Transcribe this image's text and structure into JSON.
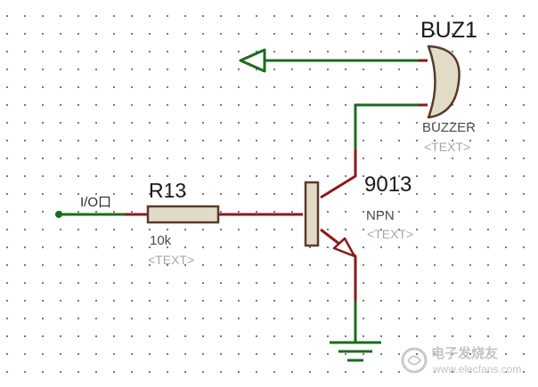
{
  "schematic": {
    "buzzer": {
      "ref": "BUZ1",
      "value": "BUZZER",
      "text": "<TEXT>"
    },
    "transistor": {
      "ref": "9013",
      "value": "NPN",
      "text": "<TEXT>"
    },
    "resistor": {
      "ref": "R13",
      "value": "10k",
      "text": "<TEXT>"
    },
    "input_label": "I/O口"
  },
  "watermark": {
    "text": "www.elecfans.com",
    "brand": "电子发烧友"
  },
  "colors": {
    "wire": "#1d6b1d",
    "pin": "#8b1a1a",
    "body_fill": "#e2dbc7",
    "body_stroke": "#5a3a2a",
    "grid_dot": "#6e6e6e",
    "label_gray": "#a9a9a9"
  }
}
